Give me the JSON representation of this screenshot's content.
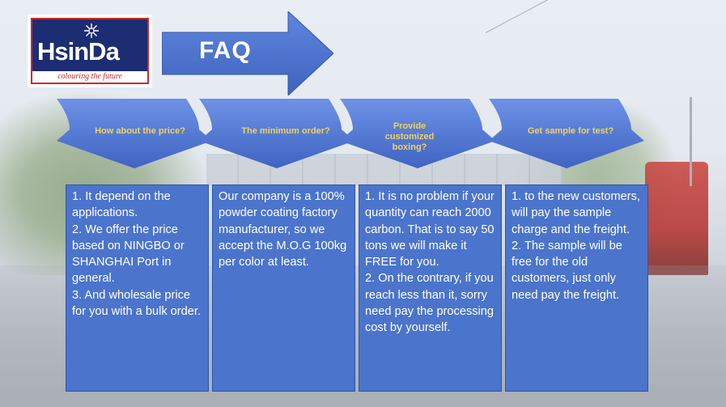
{
  "logo": {
    "wordmark": "HsinDa",
    "tagline": "colouring the future"
  },
  "header": {
    "title": "FAQ"
  },
  "colors": {
    "accent_blue": "#4b74cc",
    "arrow_blue": "#4a72cf",
    "question_yellow": "#f2d25a",
    "logo_navy": "#1c2d74",
    "logo_red": "#d22a2a"
  },
  "faq": [
    {
      "question": "How about the price?",
      "answer": "1. It depend on the applications.\n2. We offer the price based on NINGBO or SHANGHAI Port in general.\n3. And wholesale price for you with a bulk order."
    },
    {
      "question": "The minimum order?",
      "answer": "Our company is a 100% powder coating factory manufacturer, so we accept the M.O.G 100kg per color at least."
    },
    {
      "question": "Provide customized boxing?",
      "answer": "1. It is no problem if your quantity can reach 2000 carbon. That is to say 50 tons we will make it FREE for you.\n2. On the contrary, if you reach less than it, sorry need pay the processing cost by yourself."
    },
    {
      "question": "Get sample for test?",
      "answer": "1. to the new customers, will pay the sample charge and the freight.\n2. The sample will be free for the old customers, just only need pay the freight."
    }
  ]
}
